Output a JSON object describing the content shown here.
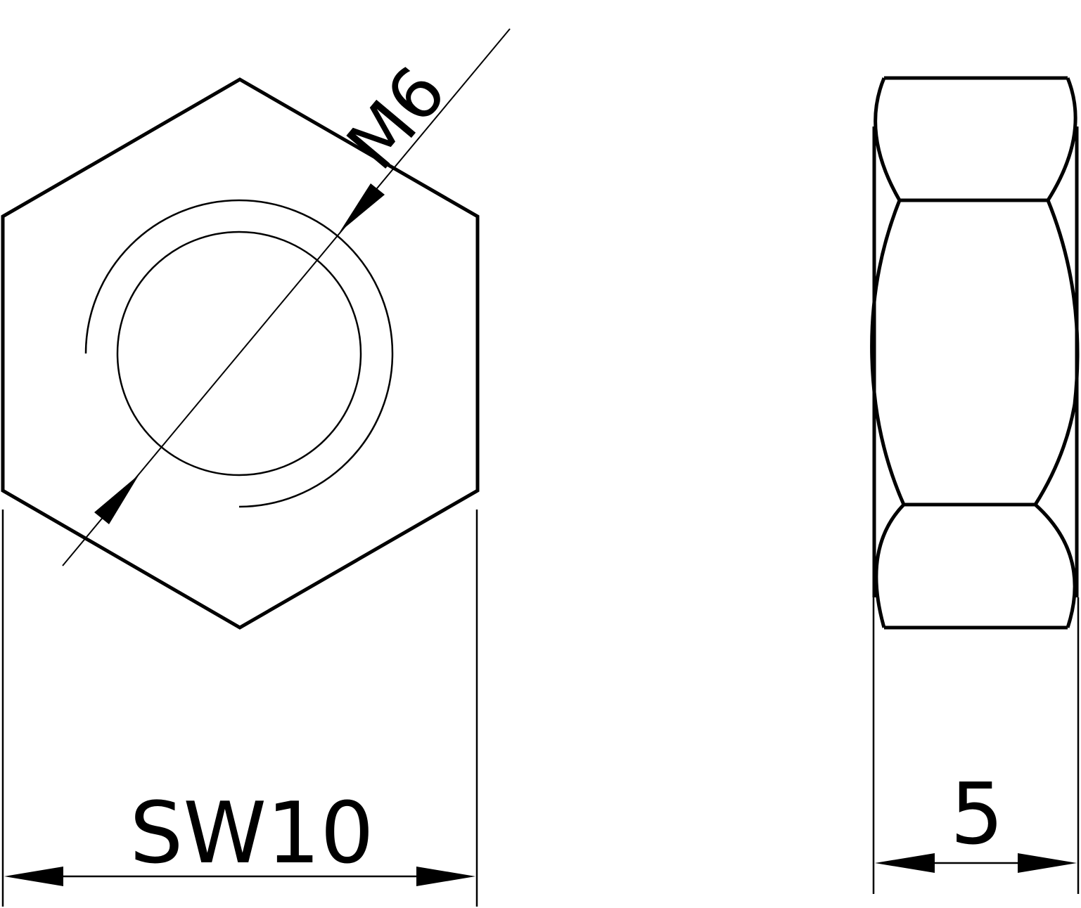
{
  "drawing": {
    "subject": "Hex nut technical drawing",
    "views": [
      {
        "name": "front-view",
        "description": "Hexagonal nut face with thread circles"
      },
      {
        "name": "side-view",
        "description": "Nut side profile with chamfered ends"
      }
    ],
    "dimensions": {
      "thread": "M6",
      "width_across_flats": "SW10",
      "thickness": "5"
    },
    "colors": {
      "line": "#000000",
      "background": "#ffffff"
    }
  }
}
